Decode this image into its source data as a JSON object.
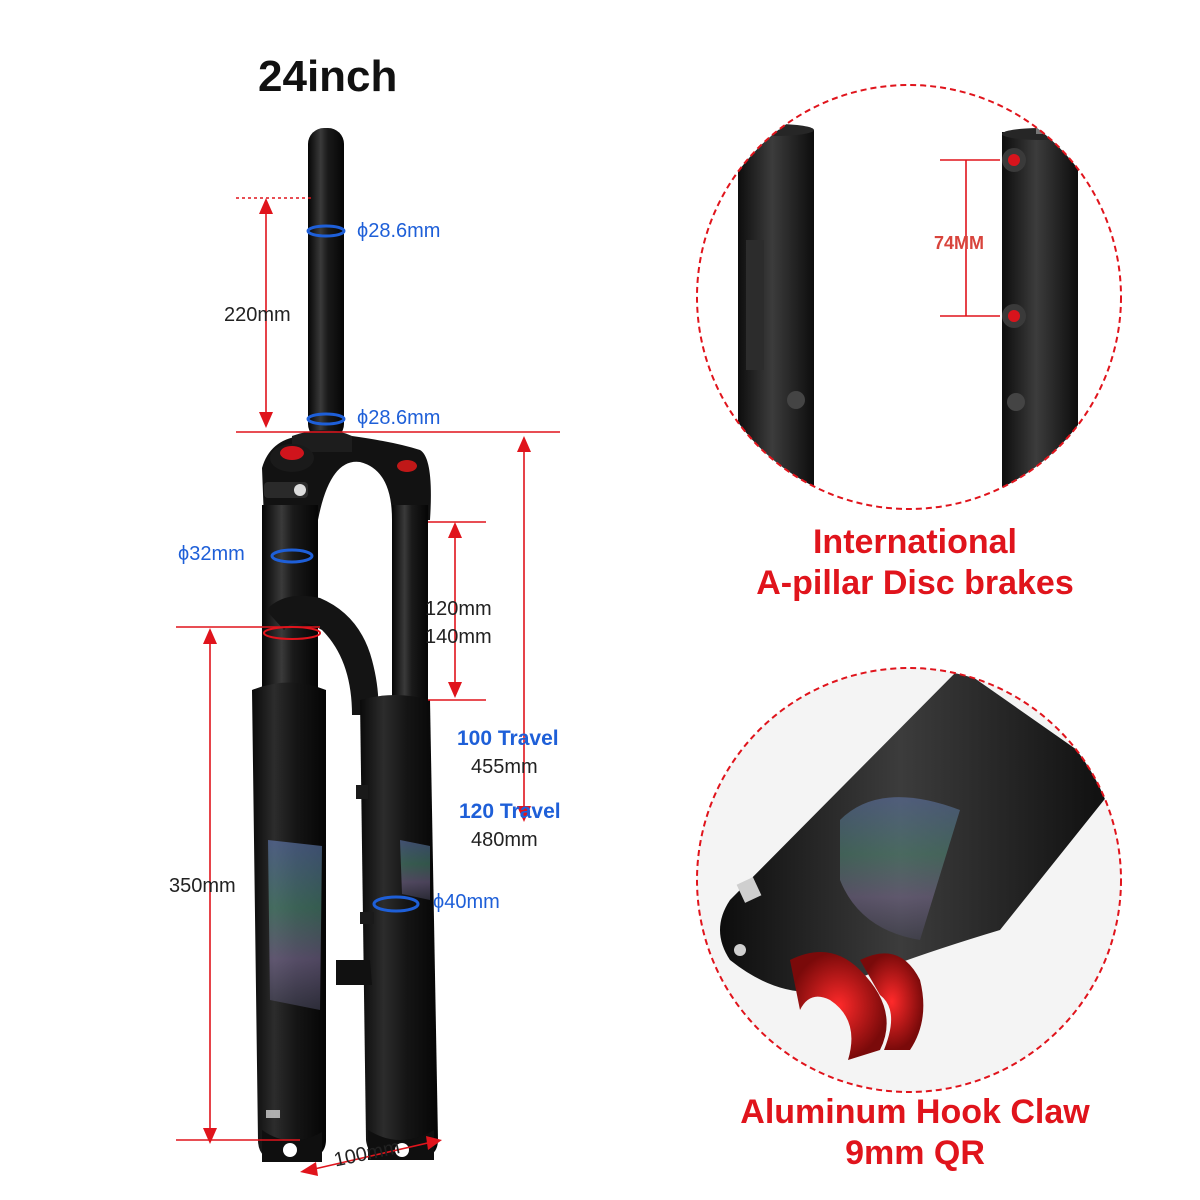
{
  "title": "24inch",
  "dimensions": {
    "steerer_diameter_top": "ϕ28.6mm",
    "steerer_diameter_bottom": "ϕ28.6mm",
    "steerer_length": "220mm",
    "stanchion_diameter": "ϕ32mm",
    "travel_options_line1": "120mm",
    "travel_options_line2": "140mm",
    "lower_length": "350mm",
    "lower_diameter": "ϕ40mm",
    "axle_spacing": "100mm"
  },
  "axle_to_crown": {
    "travel_100_label": "100 Travel",
    "travel_100_value": "455mm",
    "travel_120_label": "120 Travel",
    "travel_120_value": "480mm"
  },
  "details": {
    "disc_mount_spacing": "74MM",
    "disc_caption_line1": "International",
    "disc_caption_line2": "A-pillar Disc brakes",
    "dropout_caption_line1": "Aluminum Hook Claw",
    "dropout_caption_line2": "9mm QR"
  },
  "colors": {
    "accent_red": "#e0141c",
    "dimension_blue": "#1e5fd8",
    "fork_black": "#141414"
  }
}
